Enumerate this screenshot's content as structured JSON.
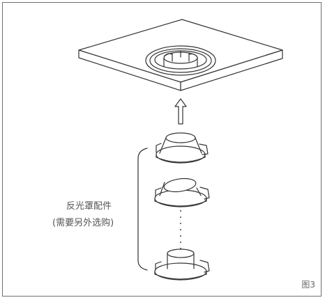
{
  "labels": {
    "accessory_name": "反光罩配件",
    "accessory_note": "(需要另外选购)",
    "figure": "图3"
  }
}
